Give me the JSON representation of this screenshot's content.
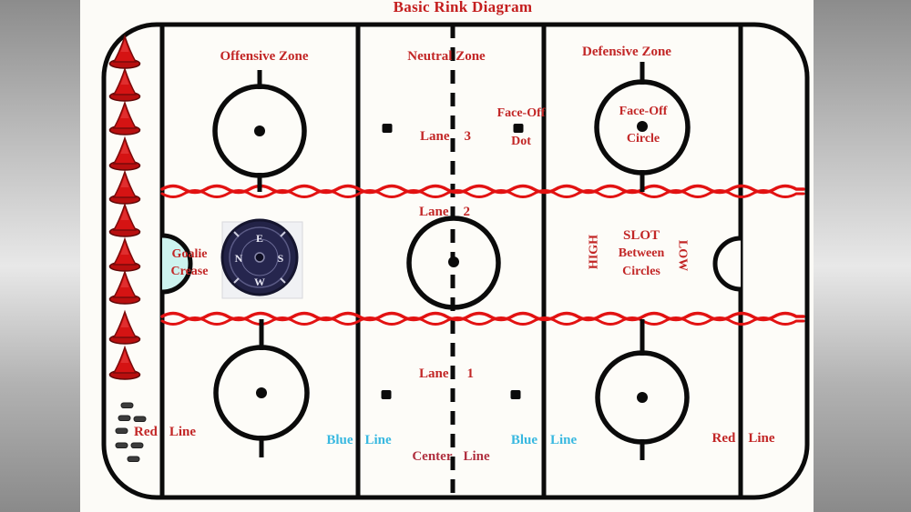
{
  "title": "Basic Rink Diagram",
  "zones": {
    "offensive": "Offensive Zone",
    "neutral": "Neutral Zone",
    "defensive": "Defensive Zone"
  },
  "markers": {
    "face_off_dot": {
      "line1": "Face-Off",
      "line2": "Dot"
    },
    "face_off_circle": {
      "line1": "Face-Off",
      "line2": "Circle"
    },
    "goalie_crease": {
      "line1": "Goalie",
      "line2": "Crease"
    }
  },
  "lanes": [
    {
      "word": "Lane",
      "number": "3"
    },
    {
      "word": "Lane",
      "number": "2"
    },
    {
      "word": "Lane",
      "number": "1"
    }
  ],
  "slot": {
    "high": "HIGH",
    "title": "SLOT",
    "line2": "Between",
    "line3": "Circles",
    "low": "LOW"
  },
  "rink_lines": {
    "red_left": {
      "w1": "Red",
      "w2": "Line"
    },
    "blue_left": {
      "w1": "Blue",
      "w2": "Line"
    },
    "center": {
      "w1": "Center",
      "w2": "Line"
    },
    "blue_right": {
      "w1": "Blue",
      "w2": "Line"
    },
    "red_right": {
      "w1": "Red",
      "w2": "Line"
    }
  },
  "compass": {
    "top": "E",
    "left": "N",
    "bottom": "W",
    "right": "S"
  },
  "colors": {
    "label_red": "#c22626",
    "title_red": "#c41e1e",
    "lane_line_red": "#e21212",
    "blue_label": "#38b8e0",
    "center_label_maroon": "#b03040",
    "crease_fill": "#cdf3ef",
    "rink_line_black": "#0b0b0b",
    "cone_red": "#d51313"
  }
}
